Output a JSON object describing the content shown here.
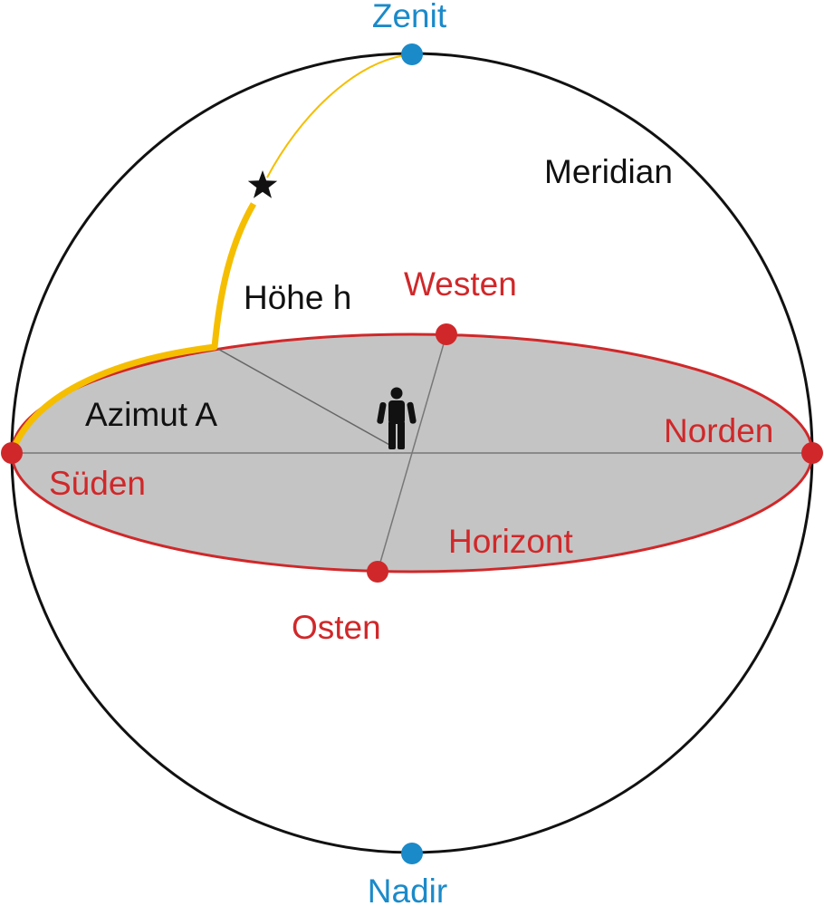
{
  "labels": {
    "zenit": "Zenit",
    "nadir": "Nadir",
    "meridian": "Meridian",
    "westen": "Westen",
    "hoehe": "Höhe h",
    "azimut": "Azimut A",
    "norden": "Norden",
    "sueden": "Süden",
    "horizont": "Horizont",
    "osten": "Osten"
  },
  "colors": {
    "blue": "#1b8ac9",
    "red": "#d0282a",
    "yellow": "#f5be00",
    "horizon_fill": "#c4c4c4",
    "outline": "#111111"
  },
  "icons": {
    "star": "star-icon",
    "observer": "person-icon"
  }
}
